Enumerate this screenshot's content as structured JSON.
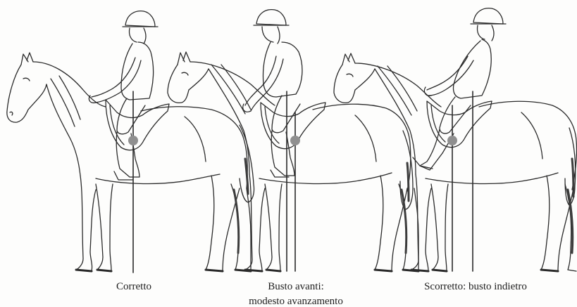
{
  "figures": [
    {
      "id": "correct",
      "caption_lines": [
        "Corretto"
      ]
    },
    {
      "id": "forward",
      "caption_lines": [
        "Busto avanti:",
        "modesto avanzamento"
      ]
    },
    {
      "id": "backward",
      "caption_lines": [
        "Scorretto: busto indietro"
      ]
    }
  ],
  "colors": {
    "line": "#2a2a2a",
    "shadow": "#3c3c3c",
    "marker": "#8f8f8f",
    "background": "#fdfdfc"
  }
}
